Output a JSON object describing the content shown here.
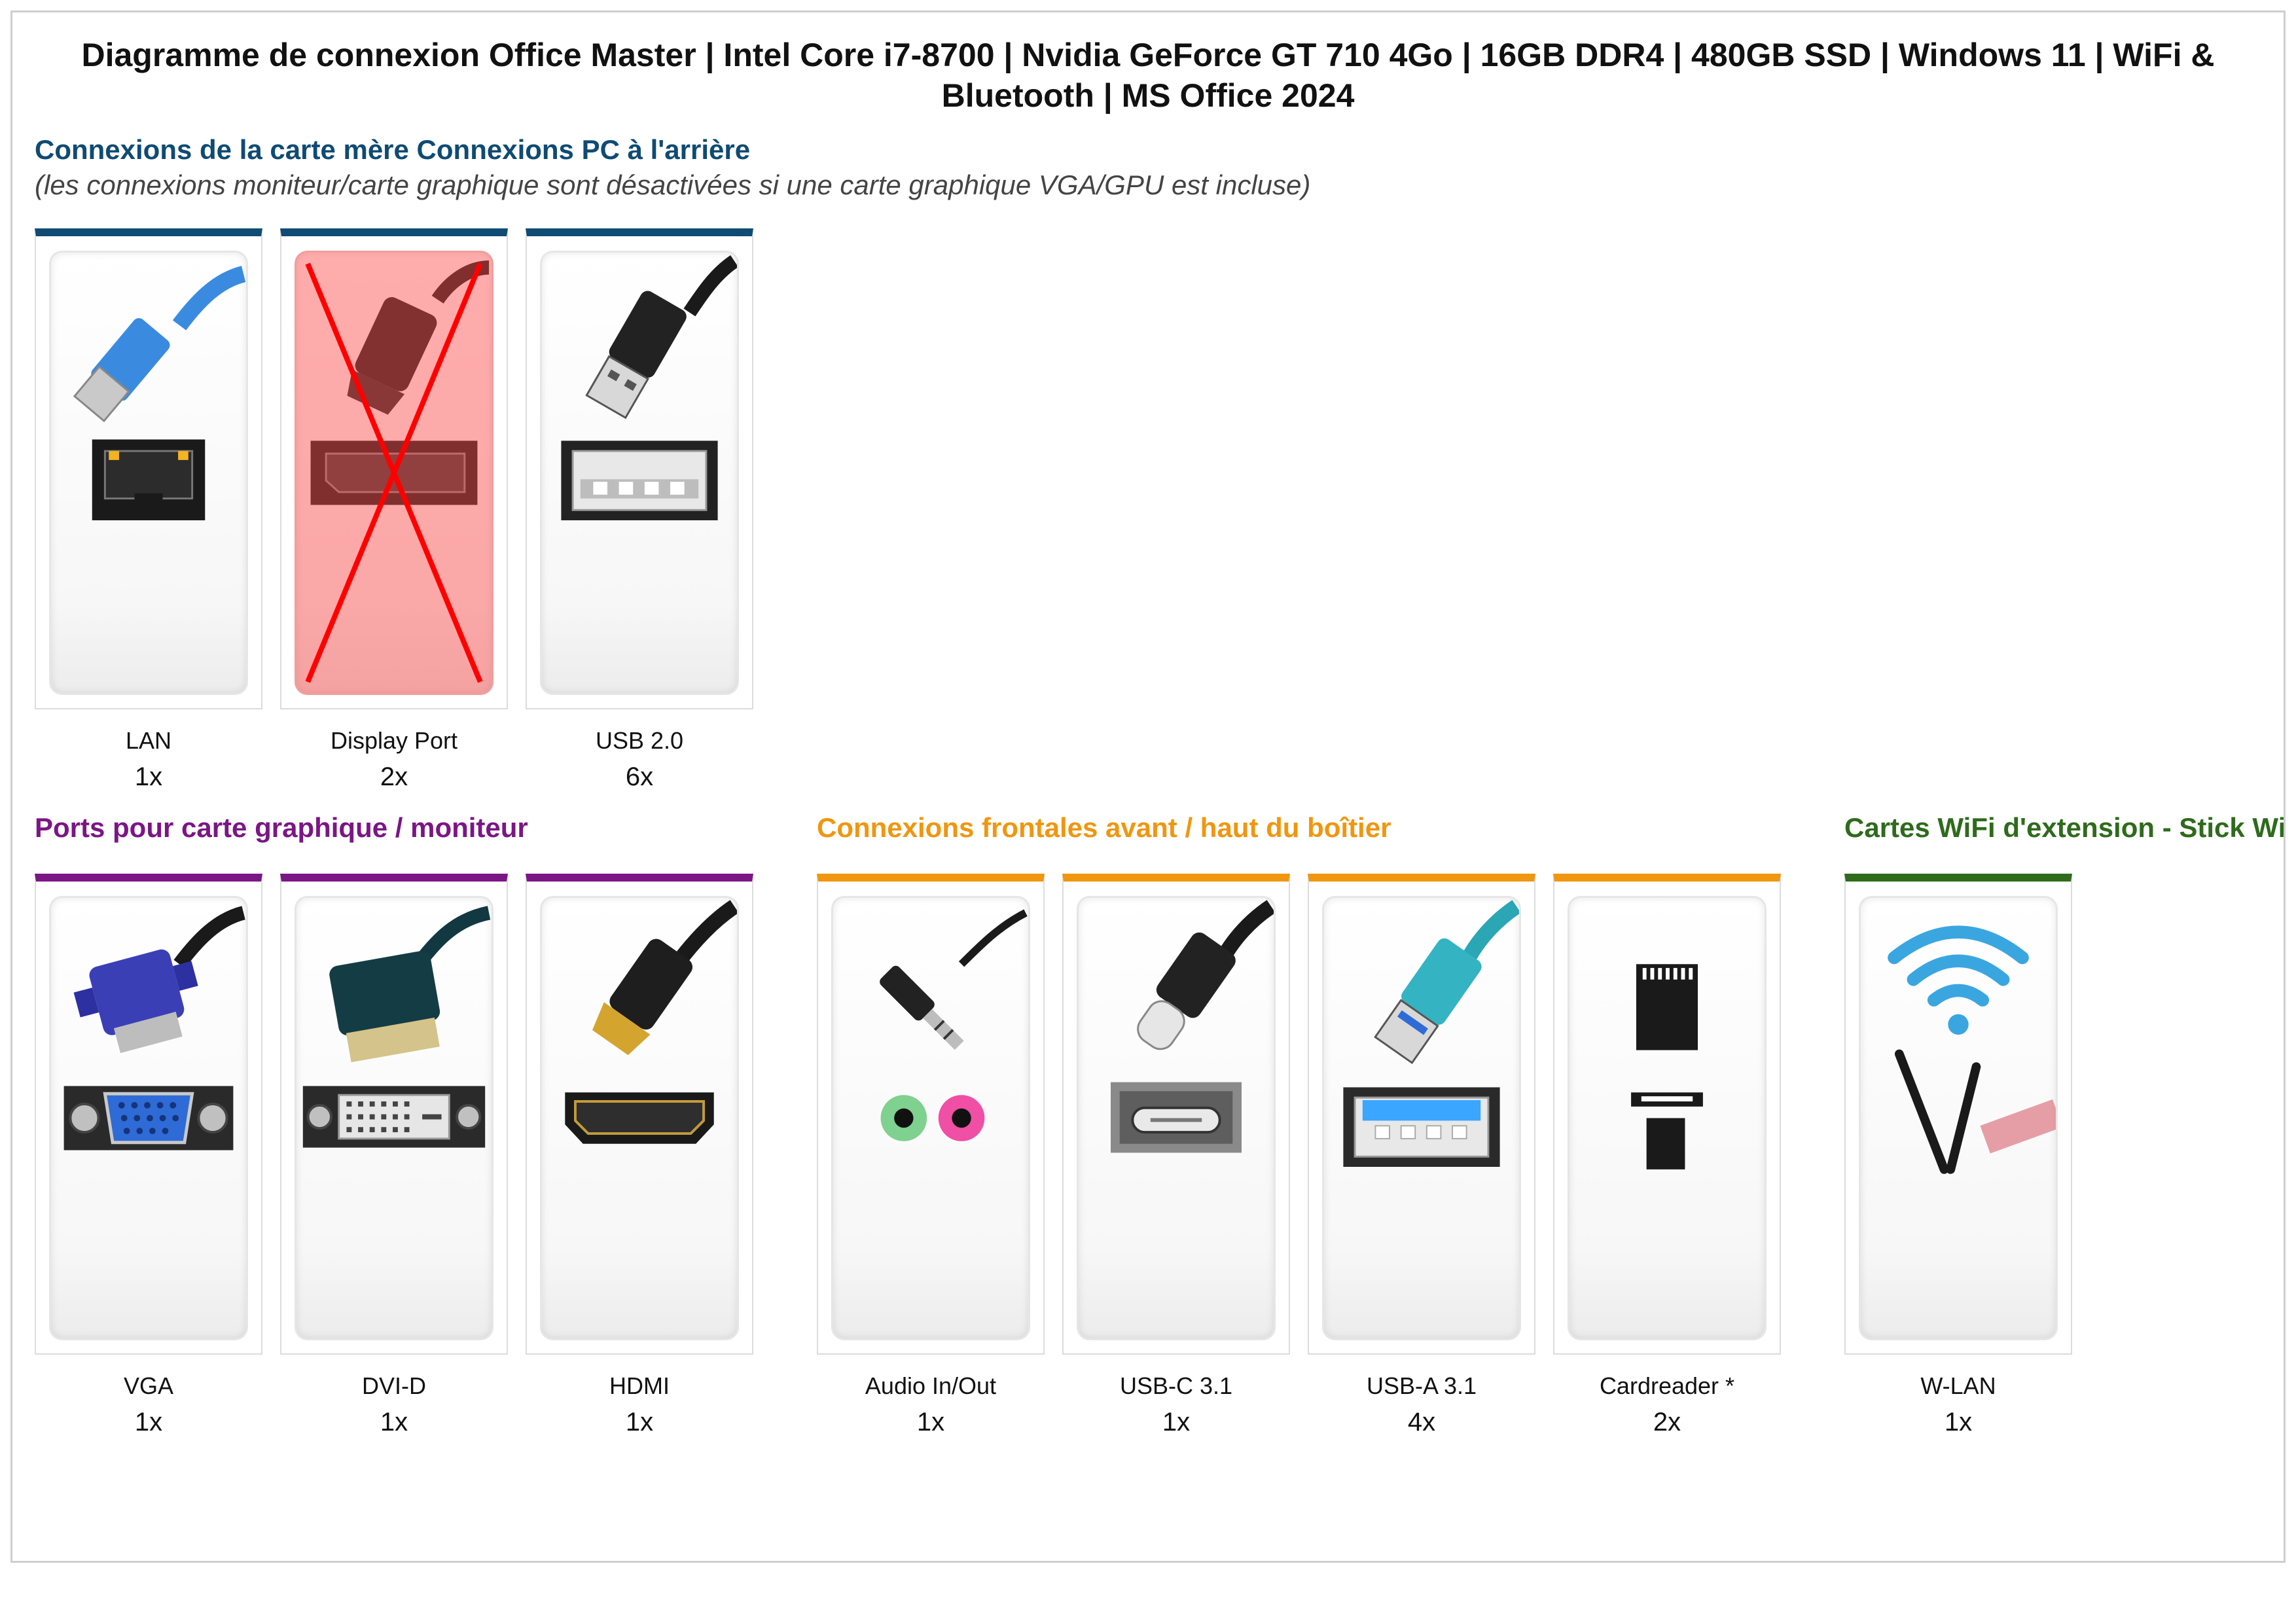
{
  "title": "Diagramme de connexion Office Master | Intel Core i7-8700 | Nvidia GeForce GT 710 4Go | 16GB DDR4 | 480GB SSD | Windows 11 | WiFi & Bluetooth | MS Office 2024",
  "colors": {
    "motherboard": "#0f4b73",
    "graphics": "#7b1685",
    "front": "#f0960f",
    "wifi": "#2e6b1c",
    "disabled": "#ff4646"
  },
  "sections": {
    "motherboard": {
      "heading": "Connexions de la carte mère Connexions PC à l'arrière",
      "subtitle": "(les connexions moniteur/carte graphique sont désactivées si une carte graphique VGA/GPU est incluse)",
      "ports": [
        {
          "label": "LAN",
          "count": "1x",
          "icon": "lan-port-icon"
        },
        {
          "label": "Display Port",
          "count": "2x",
          "icon": "displayport-icon",
          "disabled": true
        },
        {
          "label": "USB 2.0",
          "count": "6x",
          "icon": "usb-2-icon"
        }
      ]
    },
    "graphics": {
      "heading": "Ports pour carte graphique / moniteur",
      "ports": [
        {
          "label": "VGA",
          "count": "1x",
          "icon": "vga-port-icon"
        },
        {
          "label": "DVI-D",
          "count": "1x",
          "icon": "dvi-d-port-icon"
        },
        {
          "label": "HDMI",
          "count": "1x",
          "icon": "hdmi-port-icon"
        }
      ]
    },
    "front": {
      "heading": "Connexions frontales avant / haut du boîtier",
      "ports": [
        {
          "label": "Audio In/Out",
          "count": "1x",
          "icon": "audio-jack-icon"
        },
        {
          "label": "USB-C 3.1",
          "count": "1x",
          "icon": "usb-c-icon"
        },
        {
          "label": "USB-A 3.1",
          "count": "4x",
          "icon": "usb-a-3-icon"
        },
        {
          "label": "Cardreader *",
          "count": "2x",
          "icon": "sd-card-icon"
        }
      ]
    },
    "wifi": {
      "heading": "Cartes WiFi d'extension - Stick WiFi",
      "ports": [
        {
          "label": "W-LAN",
          "count": "1x",
          "icon": "wifi-antenna-icon"
        }
      ]
    }
  }
}
